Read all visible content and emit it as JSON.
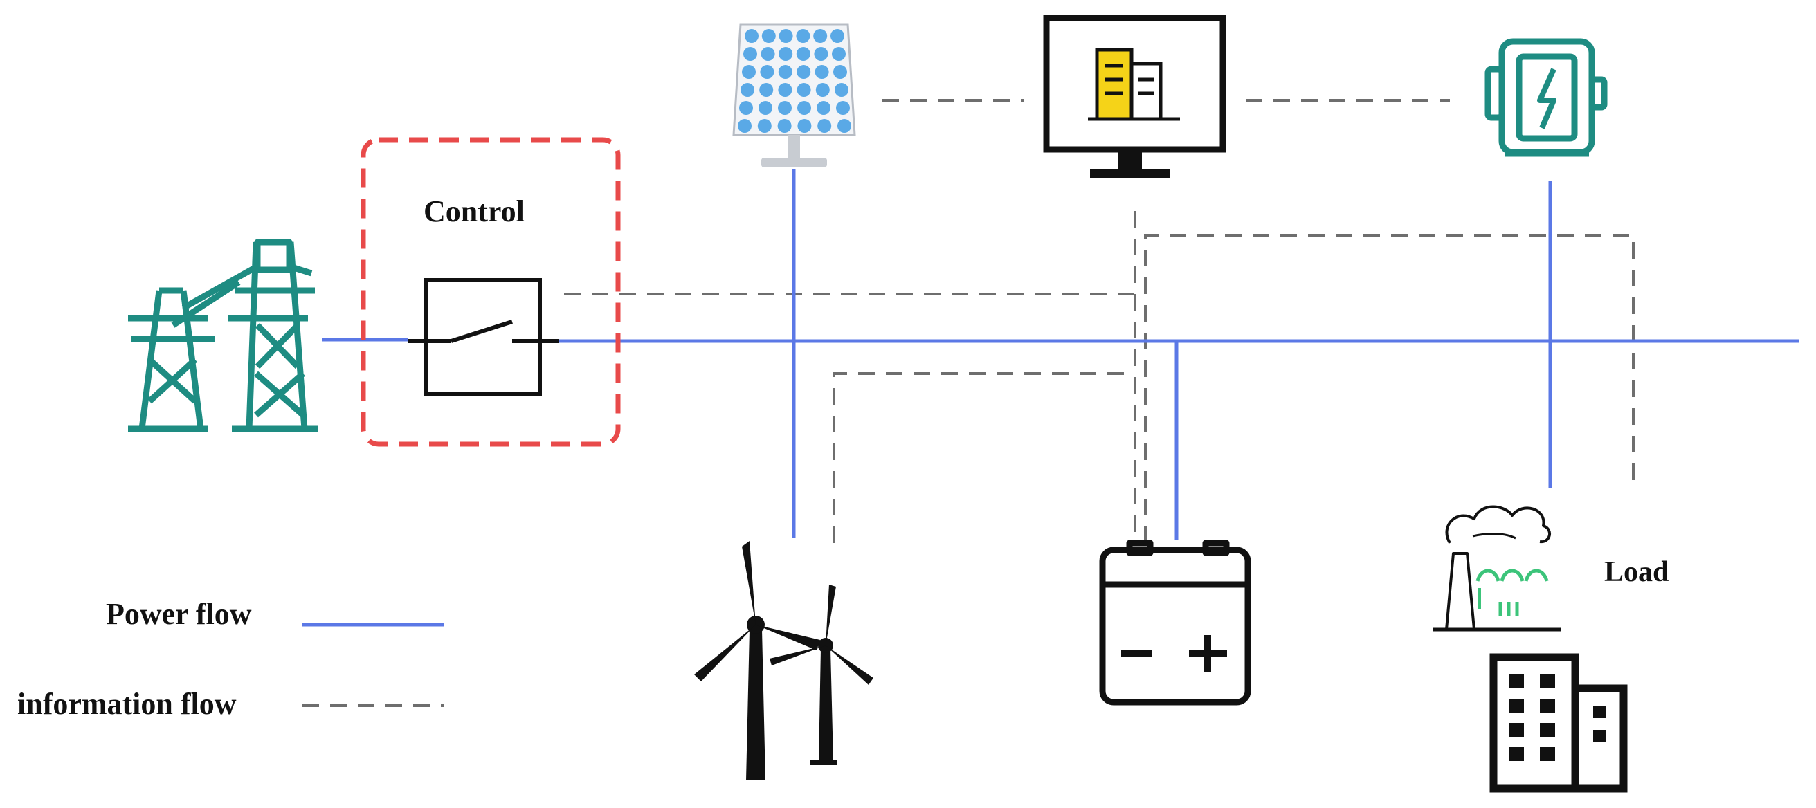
{
  "labels": {
    "control": "Control",
    "load": "Load",
    "power_flow": "Power flow",
    "information_flow": "information flow"
  },
  "colors": {
    "power_flow": "#5b78e6",
    "information_flow": "#6e6e6e",
    "control_box": "#e84a4a",
    "teal": "#1e8c82",
    "solar_cell": "#5aa9e6",
    "building_yellow": "#f5d318",
    "factory_green": "#3cc47a",
    "icon_black": "#111111"
  },
  "icons": {
    "tower": "transmission-tower-icon",
    "switch": "switch-icon",
    "solar": "solar-panel-icon",
    "monitor": "monitor-building-icon",
    "storage": "energy-storage-icon",
    "wind": "wind-turbines-icon",
    "battery": "battery-icon",
    "factory": "factory-icon",
    "building": "office-building-icon"
  }
}
